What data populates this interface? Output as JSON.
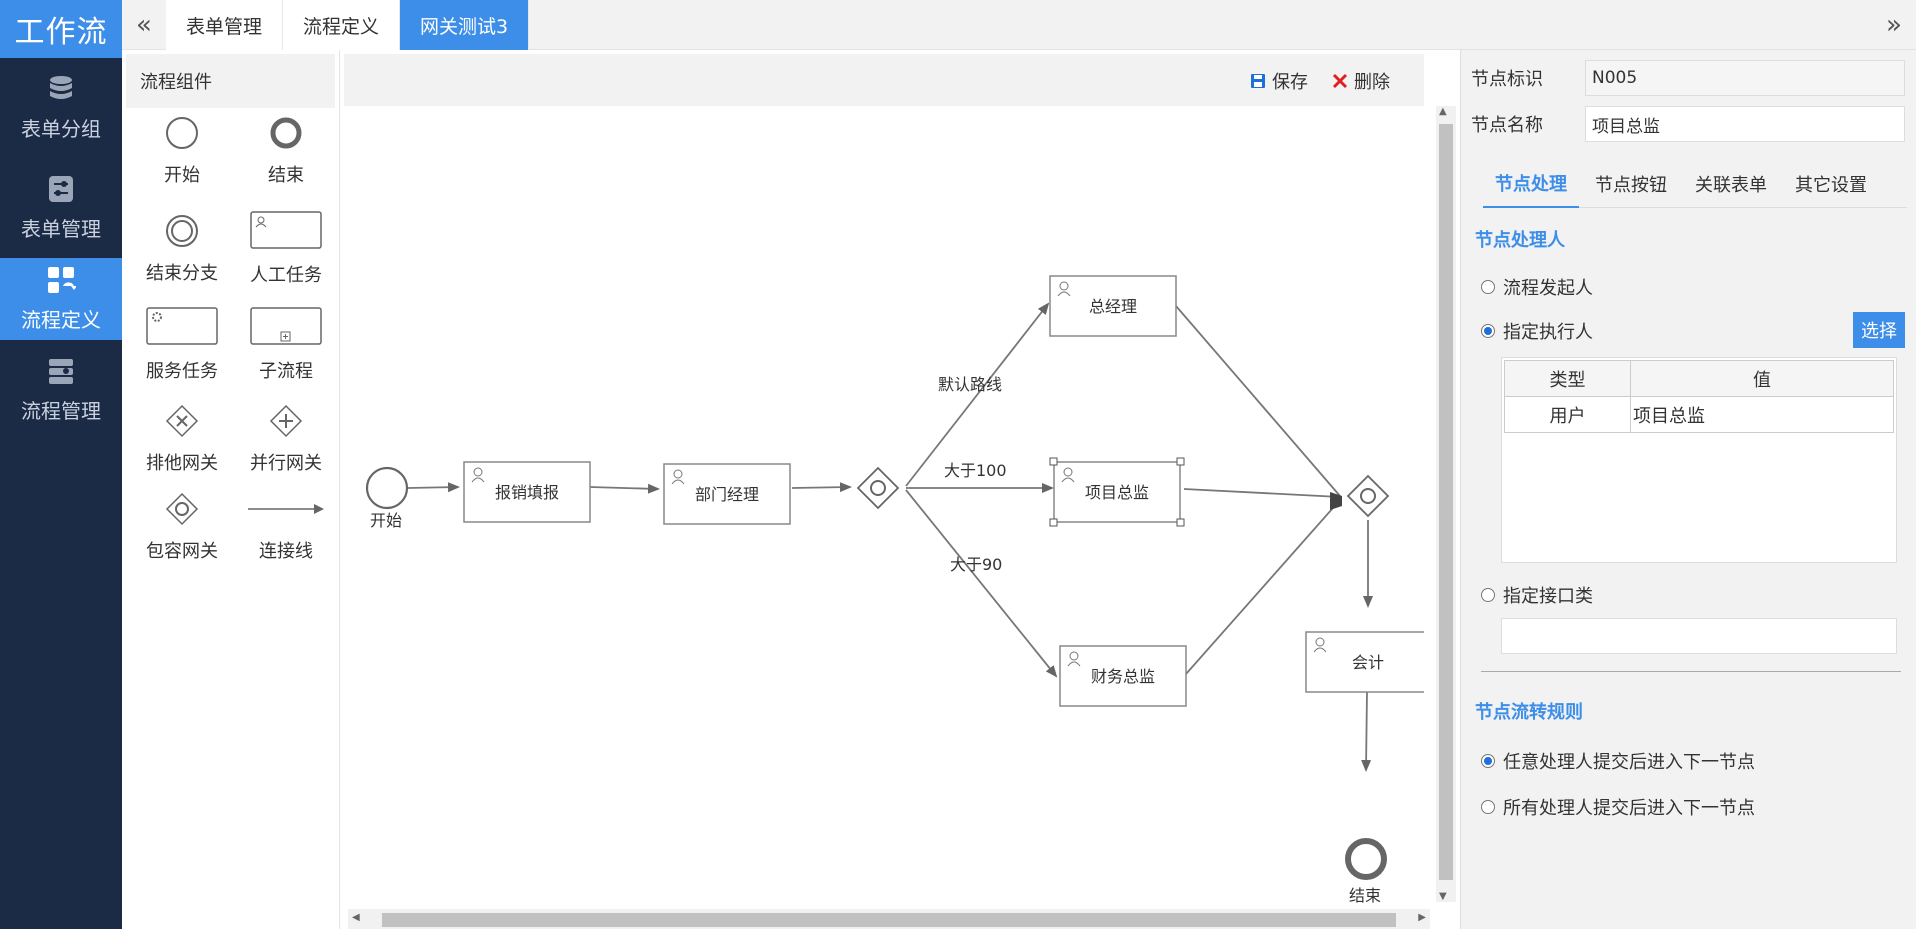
{
  "app": {
    "brand": "工作流"
  },
  "nav": {
    "items": [
      {
        "label": "表单分组",
        "icon": "database-icon"
      },
      {
        "label": "表单管理",
        "icon": "sliders-icon"
      },
      {
        "label": "流程定义",
        "icon": "flow-define-icon",
        "active": true
      },
      {
        "label": "流程管理",
        "icon": "flow-manage-icon"
      }
    ]
  },
  "tabs": [
    {
      "label": "表单管理"
    },
    {
      "label": "流程定义"
    },
    {
      "label": "网关测试3",
      "active": true
    }
  ],
  "palette": {
    "title": "流程组件",
    "items": [
      {
        "label": "开始",
        "icon": "start-event-icon"
      },
      {
        "label": "结束",
        "icon": "end-event-icon"
      },
      {
        "label": "结束分支",
        "icon": "end-branch-icon"
      },
      {
        "label": "人工任务",
        "icon": "user-task-icon"
      },
      {
        "label": "服务任务",
        "icon": "service-task-icon"
      },
      {
        "label": "子流程",
        "icon": "subprocess-icon"
      },
      {
        "label": "排他网关",
        "icon": "exclusive-gateway-icon"
      },
      {
        "label": "并行网关",
        "icon": "parallel-gateway-icon"
      },
      {
        "label": "包容网关",
        "icon": "inclusive-gateway-icon"
      },
      {
        "label": "连接线",
        "icon": "connector-icon"
      }
    ]
  },
  "toolbar": {
    "save_label": "保存",
    "delete_label": "删除"
  },
  "diagram": {
    "start_label": "开始",
    "end_label": "结束",
    "tasks": {
      "fill_report": "报销填报",
      "dept_manager": "部门经理",
      "general_manager": "总经理",
      "project_director": "项目总监",
      "finance_director": "财务总监",
      "accountant": "会计"
    },
    "flows": {
      "default_route": "默认路线",
      "gt100": "大于100",
      "gt90": "大于90"
    }
  },
  "props": {
    "node_id_label": "节点标识",
    "node_id_value": "N005",
    "node_name_label": "节点名称",
    "node_name_value": "项目总监",
    "tabs": [
      {
        "label": "节点处理",
        "active": true
      },
      {
        "label": "节点按钮"
      },
      {
        "label": "关联表单"
      },
      {
        "label": "其它设置"
      }
    ],
    "handler_section": "节点处理人",
    "handler_options": {
      "initiator": "流程发起人",
      "assigned": "指定执行人",
      "interface": "指定接口类"
    },
    "choose_label": "选择",
    "grid": {
      "col_type": "类型",
      "col_value": "值",
      "rows": [
        {
          "type": "用户",
          "value": "项目总监"
        }
      ]
    },
    "rule_section": "节点流转规则",
    "rule_options": {
      "any": "任意处理人提交后进入下一节点",
      "all": "所有处理人提交后进入下一节点"
    }
  }
}
